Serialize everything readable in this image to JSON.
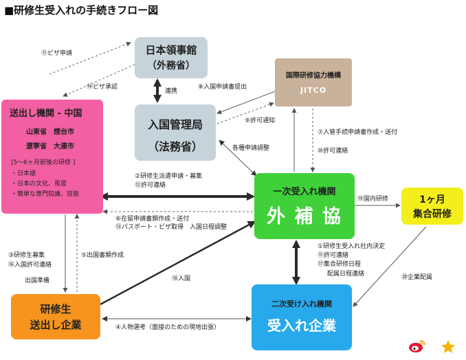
{
  "title": "■研修生受入れの手続きフロー図",
  "nodes": {
    "consulate": {
      "line1": "日本領事館",
      "line2": "（外務省）"
    },
    "immigration": {
      "line1": "入国管理局",
      "line2": "（法務省）"
    },
    "jitco": {
      "line1": "国際研修協力機構",
      "line2": "JITCO"
    },
    "sender": {
      "title": "送出し機関 - 中国",
      "loc1": "山東省　煙台市",
      "loc2": "遼寧省　大連市",
      "training_head": "[5〜6ヶ月前後の研修 ]",
      "items": [
        "・日本語",
        "・日本の文化、風習",
        "・簡単な専門知識、技能"
      ]
    },
    "primary": {
      "line1": "一次受入れ機関",
      "line2": "外 補 協"
    },
    "month": {
      "line1": "1ヶ月",
      "line2": "集合研修"
    },
    "trainee_company": {
      "line1": "研修生",
      "line2": "送出し企業"
    },
    "secondary": {
      "line1": "二次受け入れ機関",
      "line2": "受入れ企業"
    }
  },
  "labels": {
    "visa_apply": "⑪ビザ申請",
    "visa_approve": "⑭ビザ承認",
    "renkei": "連携",
    "entry_submit": "⑧入国申請書提出",
    "permit_notice": "⑨許可通知",
    "doc_adjust": "各種申請調整",
    "recruit_1": "②研修生派遣申請・募集",
    "recruit_2": "⑫許可連絡",
    "form_prep_1": "⑥在留申請書類作成・送付",
    "form_prep_2": "⑬パスポート・ビザ取得　入国日程調整",
    "entry_form_1": "⑦入管手続申請書作成・送付",
    "entry_form_2": "⑩許可連絡",
    "domestic_training": "⑲国内研修",
    "left_1": "③研修生募集",
    "left_2": "⑯入国許可連絡",
    "left_3": "出国準備",
    "exit_docs": "⑤出国書類作成",
    "entry": "⑱入国",
    "decide_1": "①研修生受入れ社内決定",
    "decide_2": "⑪許可連絡",
    "decide_3": "⑰集合研修日程",
    "decide_4": "配属日程連絡",
    "assign": "⑳企業配属",
    "selection": "④人物選考（面接のための現地出張）"
  },
  "colors": {
    "gray_box": "#c7d3db",
    "jitco_box": "#c9b29b",
    "pink_box": "#f25fa3",
    "green_box": "#3fd03a",
    "yellow_box": "#f4ef1c",
    "orange_box": "#f6941e",
    "blue_box": "#27a9ec"
  }
}
